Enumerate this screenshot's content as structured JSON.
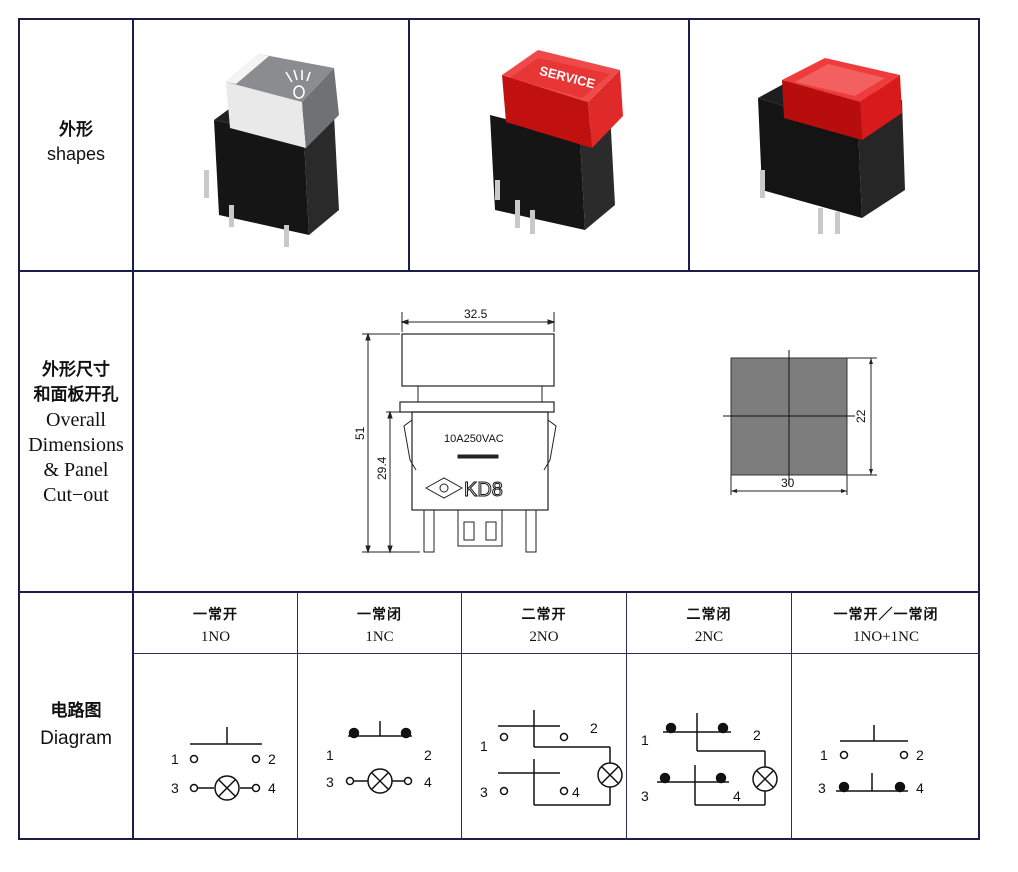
{
  "rows": {
    "shapes": {
      "cn": "外形",
      "en": "shapes"
    },
    "dimensions": {
      "cn1": "外形尺寸",
      "cn2": "和面板开孔",
      "en1": "Overall",
      "en2": "Dimensions",
      "en3": "& Panel",
      "en4": "Cut−out"
    },
    "diagram": {
      "cn": "电路图",
      "en": "Diagram"
    }
  },
  "products": {
    "service_text": "SERVICE"
  },
  "dimension_drawing": {
    "width_label": "32.5",
    "height_label": "51",
    "inner_height_label": "29.4",
    "rating_label": "10A250VAC",
    "logo_text": "KD8"
  },
  "cutout_drawing": {
    "width_label": "30",
    "height_label": "22"
  },
  "circuits": [
    {
      "cn": "一常开",
      "en": "1NO"
    },
    {
      "cn": "一常闭",
      "en": "1NC"
    },
    {
      "cn": "二常开",
      "en": "2NO"
    },
    {
      "cn": "二常闭",
      "en": "2NC"
    },
    {
      "cn": "一常开／一常闭",
      "en": "1NO+1NC"
    }
  ],
  "terminals": {
    "t1": "1",
    "t2": "2",
    "t3": "3",
    "t4": "4"
  },
  "colors": {
    "border": "#1b1f4a",
    "red_cap": "#d81a1a",
    "gray_cap": "#5a5c60",
    "cutout_fill": "#7d7d7d"
  }
}
